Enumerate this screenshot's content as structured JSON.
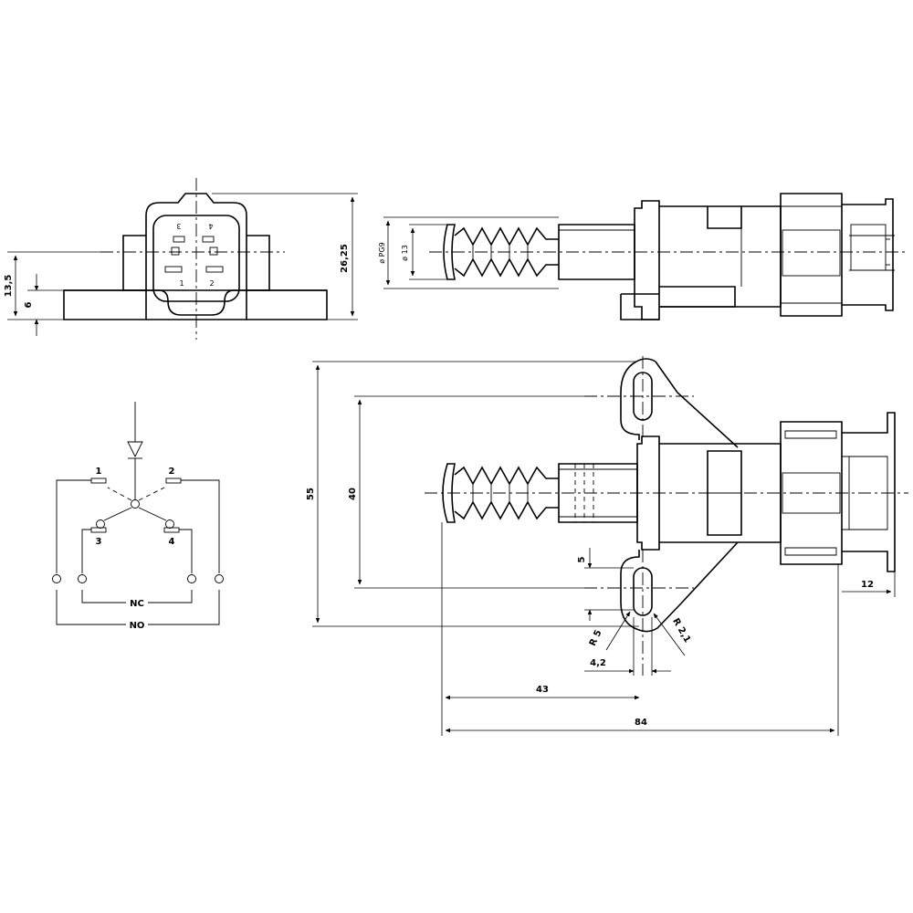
{
  "front_view": {
    "dim_height_small": "6",
    "dim_height_mid": "13,5",
    "dim_height_total": "26,25",
    "pin_labels": [
      "3",
      "4",
      "1",
      "2"
    ]
  },
  "side_view": {
    "dim_thread": "ø PG9",
    "dim_diameter": "ø 13"
  },
  "top_view": {
    "dim_overall_height": "55",
    "dim_hole_spacing": "40",
    "dim_slot": "5",
    "dim_radius_small": "R 5",
    "dim_radius_slot": "R 2,1",
    "dim_slot_width": "4,2",
    "dim_to_hole": "43",
    "dim_overall_length": "84",
    "dim_pin_length": "12"
  },
  "schematic": {
    "terminal_1": "1",
    "terminal_2": "2",
    "terminal_3": "3",
    "terminal_4": "4",
    "label_nc": "NC",
    "label_no": "NO"
  }
}
